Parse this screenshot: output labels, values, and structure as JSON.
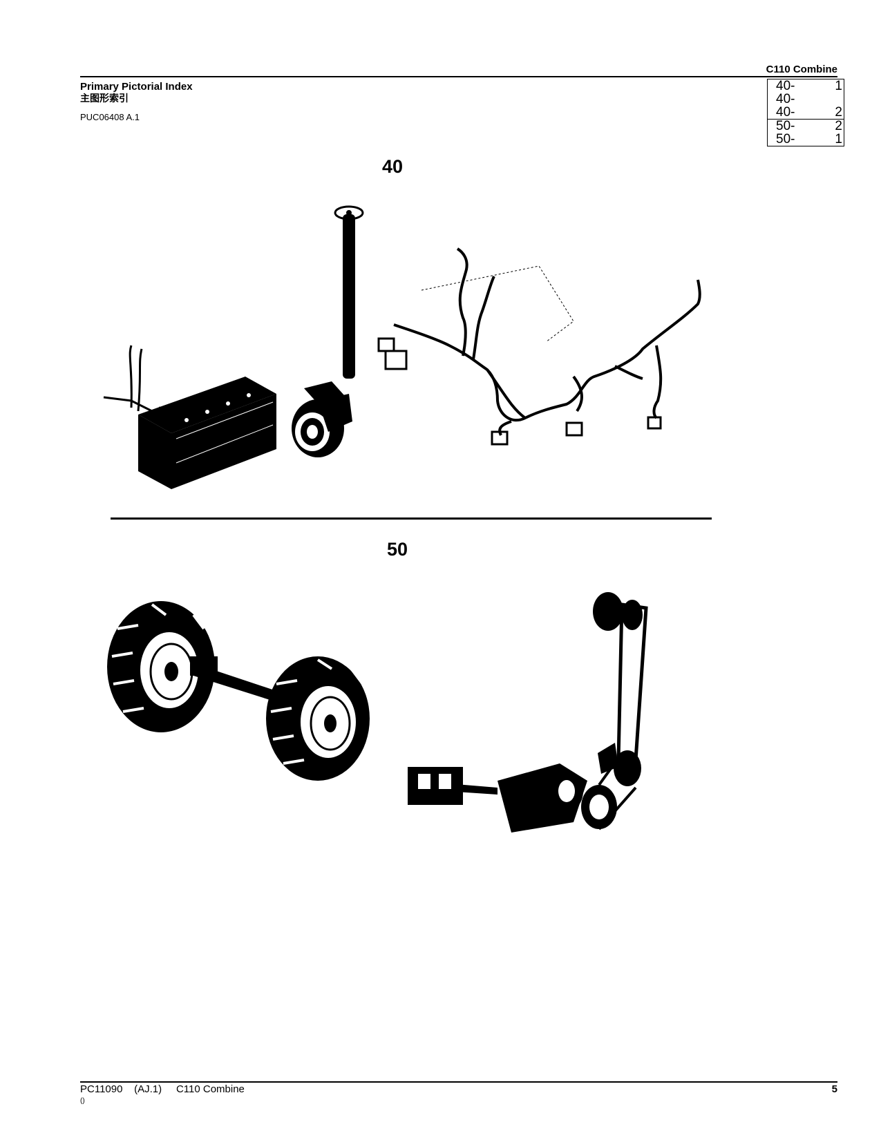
{
  "header": {
    "model_title": "C110  Combine",
    "index_title": "Primary Pictorial Index",
    "index_title_cn": "主图形索引",
    "doc_code": "PUC06408 A.1"
  },
  "reference_box": {
    "groups": [
      {
        "rows": [
          {
            "section": "40-",
            "page": "1"
          },
          {
            "section": "40-",
            "page": ""
          },
          {
            "section": "40-",
            "page": "2"
          }
        ]
      },
      {
        "rows": [
          {
            "section": "50-",
            "page": "2"
          },
          {
            "section": "50-",
            "page": "1"
          }
        ]
      }
    ]
  },
  "sections": [
    {
      "label": "40"
    },
    {
      "label": "50"
    }
  ],
  "footer": {
    "text": "PC11090    (AJ.1)     C110 Combine",
    "sub": "()",
    "page_number": "5"
  }
}
